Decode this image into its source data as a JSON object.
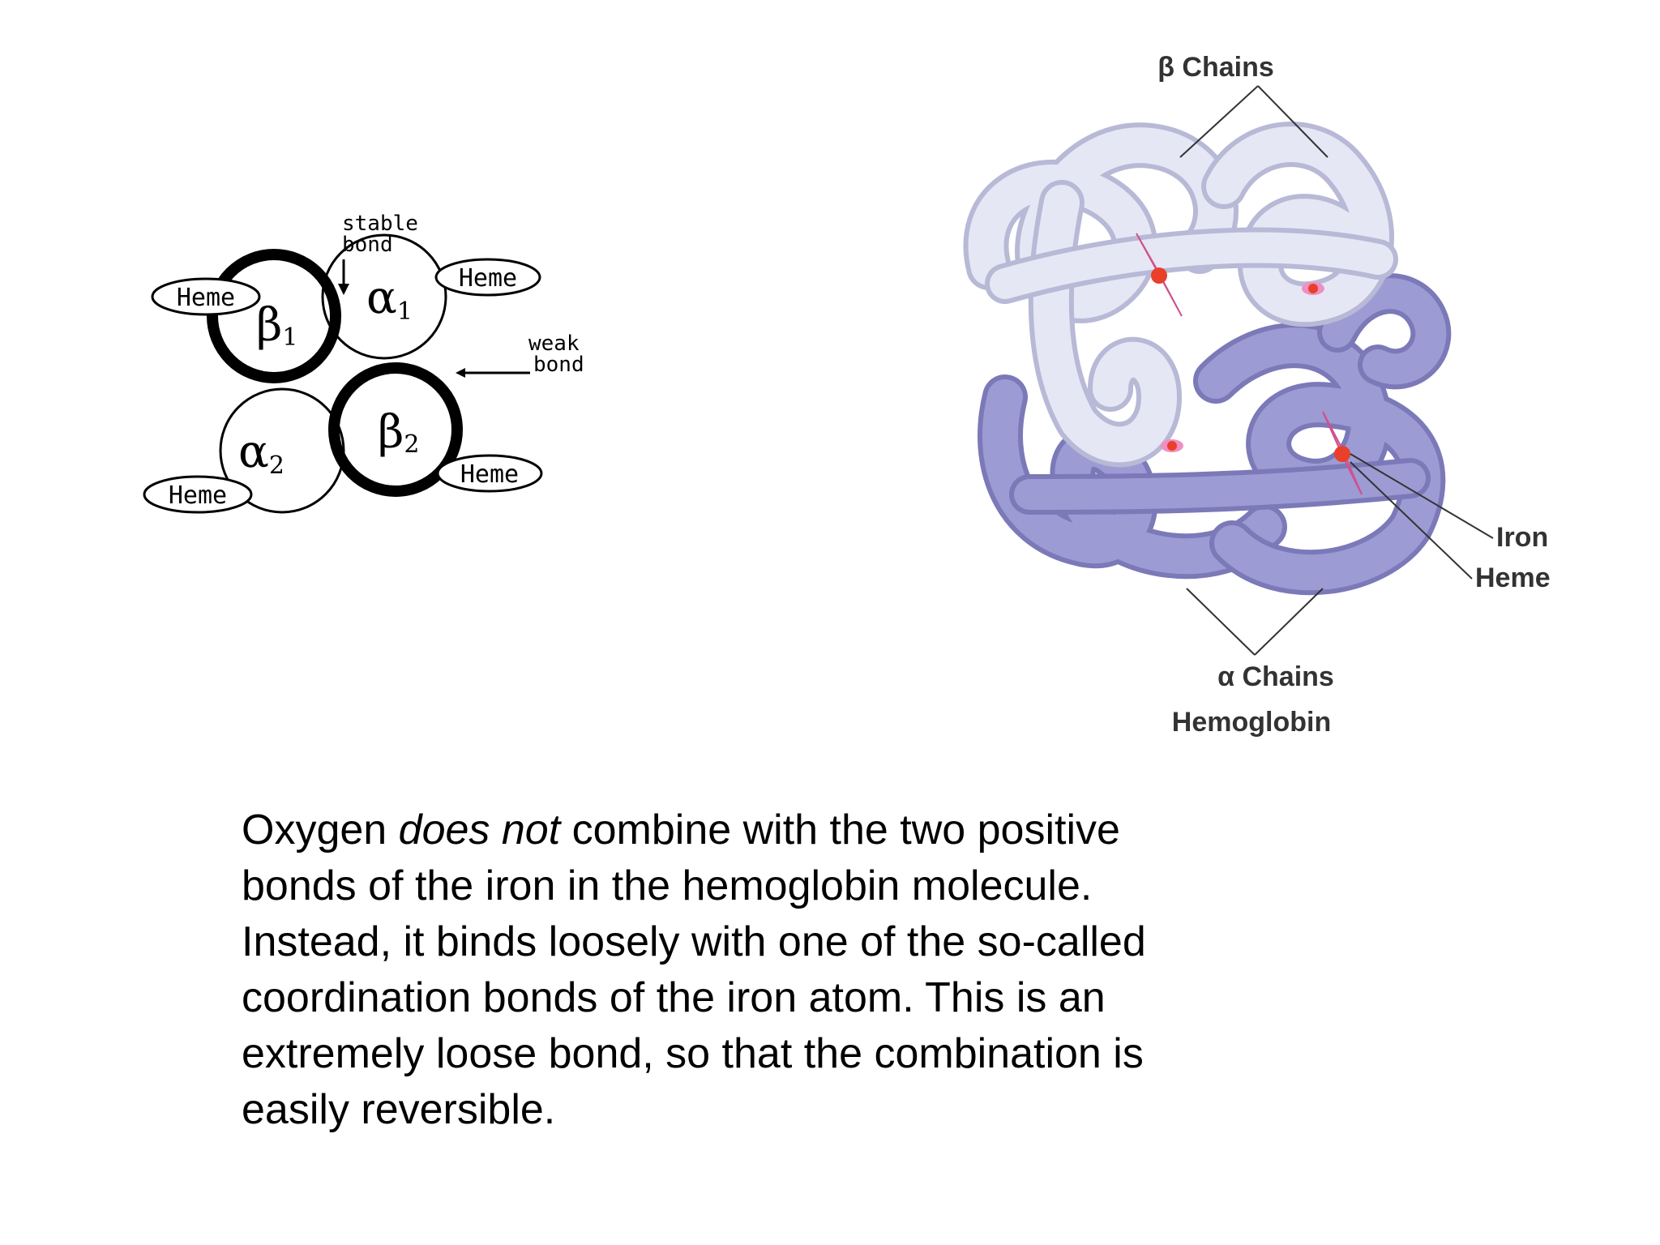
{
  "left_diagram": {
    "labels": {
      "heme_b1": "Heme",
      "heme_a1": "Heme",
      "heme_b2": "Heme",
      "heme_a2": "Heme",
      "stable_bond_1": "stable",
      "stable_bond_2": "bond",
      "weak_bond_1": "weak",
      "weak_bond_2": "bond"
    },
    "subunits": {
      "beta1": {
        "letter": "β",
        "sub": "1"
      },
      "alpha1": {
        "letter": "α",
        "sub": "1"
      },
      "beta2": {
        "letter": "β",
        "sub": "2"
      },
      "alpha2": {
        "letter": "α",
        "sub": "2"
      }
    }
  },
  "right_diagram": {
    "labels": {
      "beta_chains": "β Chains",
      "alpha_chains": "α Chains",
      "iron": "Iron",
      "heme": "Heme",
      "title": "Hemoglobin"
    },
    "colors": {
      "beta_chain": "#e6e7f4",
      "beta_chain_stroke": "#b7b9d6",
      "alpha_chain": "#9d9bd3",
      "alpha_chain_stroke": "#7b79b8",
      "heme_plane": "#f08fc0",
      "iron": "#e8402a"
    }
  },
  "text": {
    "p1_a": "Oxygen ",
    "p1_em": "does not",
    "p1_b": " combine with the two positive",
    "line2": "bonds of the iron in the hemoglobin molecule.",
    "line3": "Instead, it binds loosely with one of the so-called",
    "line4": "coordination bonds of the iron atom. This is an",
    "line5": "extremely loose bond, so that the combination is",
    "line6": "easily reversible."
  }
}
